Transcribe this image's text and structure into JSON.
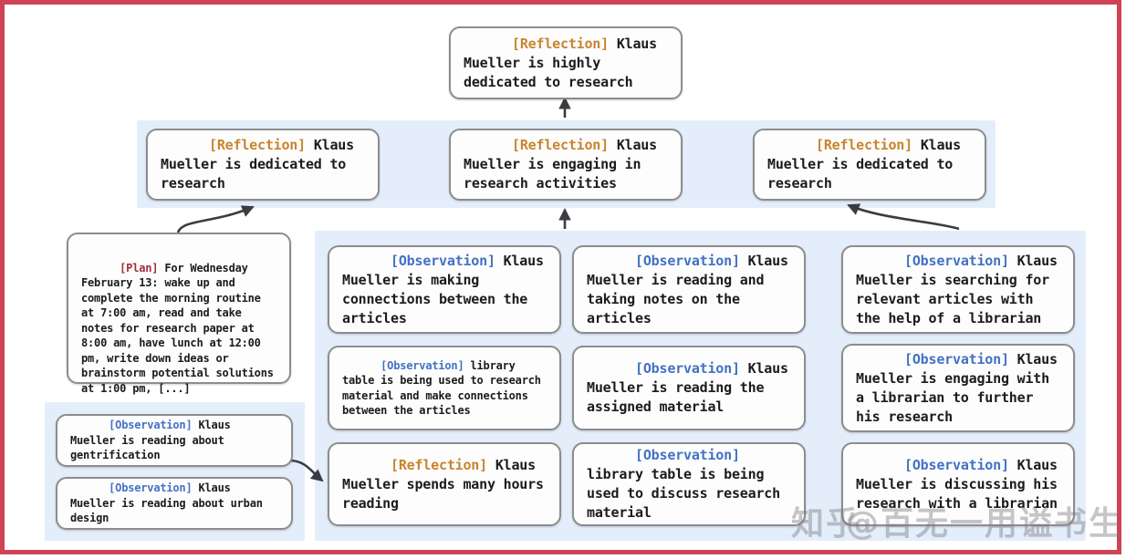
{
  "figure": {
    "border_color": "#cf4355",
    "panel_color": "#e4eefb",
    "card_border_color": "#8d8d8d",
    "tag_colors": {
      "reflection": "#c8842e",
      "observation": "#4271c4",
      "plan": "#9e2f3a"
    }
  },
  "nodes": {
    "top_reflection": {
      "tag": "[Reflection]",
      "text": " Klaus Mueller is highly dedicated to research"
    },
    "mid_reflection_left": {
      "tag": "[Reflection]",
      "text": " Klaus Mueller is dedicated to research"
    },
    "mid_reflection_center": {
      "tag": "[Reflection]",
      "text": " Klaus Mueller is engaging in research activities"
    },
    "mid_reflection_right": {
      "tag": "[Reflection]",
      "text": " Klaus Mueller is dedicated to research"
    },
    "plan": {
      "tag": "[Plan]",
      "text": " For Wednesday February 13: wake up and complete the morning routine at 7:00 am, read and take notes for research paper at 8:00 am, have lunch at 12:00 pm, write down ideas or brainstorm potential solutions at 1:00 pm, [...]"
    },
    "obs_left_1": {
      "tag": "[Observation]",
      "text": " Klaus Mueller is reading about gentrification"
    },
    "obs_left_2": {
      "tag": "[Observation]",
      "text": " Klaus Mueller is reading about urban design"
    },
    "obs_col2_1": {
      "tag": "[Observation]",
      "text": " Klaus Mueller is making connections between the articles"
    },
    "obs_col2_2": {
      "tag": "[Observation]",
      "text": " library table is being used to research material and make connections between the articles"
    },
    "ref_col2_3": {
      "tag": "[Reflection]",
      "text": " Klaus Mueller spends many hours reading"
    },
    "obs_col3_1": {
      "tag": "[Observation]",
      "text": " Klaus Mueller is reading and taking notes on the articles"
    },
    "obs_col3_2": {
      "tag": "[Observation]",
      "text": " Klaus Mueller is reading the assigned material"
    },
    "obs_col3_3": {
      "tag": "[Observation]",
      "text": " library table is being used to discuss research material"
    },
    "obs_col4_1": {
      "tag": "[Observation]",
      "text": " Klaus Mueller is searching for relevant articles with the help of a librarian"
    },
    "obs_col4_2": {
      "tag": "[Observation]",
      "text": " Klaus Mueller is engaging with a librarian to further his research"
    },
    "obs_col4_3": {
      "tag": "[Observation]",
      "text": " Klaus Mueller is discussing his research with a librarian"
    }
  },
  "watermark": {
    "site": "知乎",
    "handle": "@百无一用谥书生"
  }
}
